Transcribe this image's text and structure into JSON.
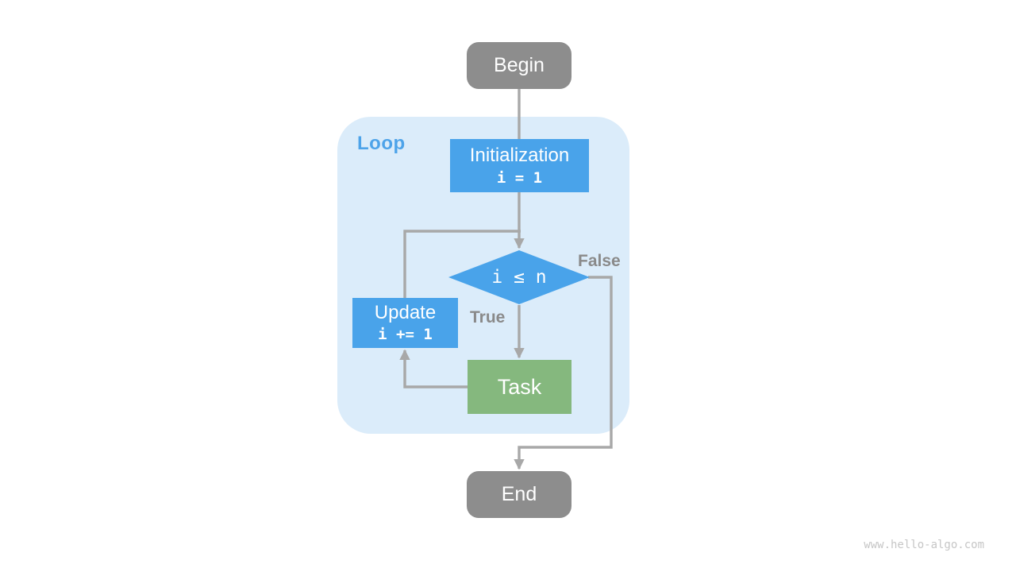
{
  "flowchart": {
    "loop_label": "Loop",
    "nodes": {
      "begin": {
        "label": "Begin"
      },
      "initialization": {
        "label": "Initialization",
        "code": "i = 1"
      },
      "condition": {
        "code": "i ≤ n"
      },
      "update": {
        "label": "Update",
        "code": "i += 1"
      },
      "task": {
        "label": "Task"
      },
      "end": {
        "label": "End"
      }
    },
    "edge_labels": {
      "true_branch": "True",
      "false_branch": "False"
    },
    "watermark": "www.hello-algo.com",
    "colors": {
      "node_blue": "#49A3EA",
      "node_green": "#85B87E",
      "node_gray": "#8D8D8D",
      "loop_bg": "#DBECFA",
      "edge_gray": "#A8A8A8",
      "branch_label_gray": "#8A8A8A",
      "loop_label_blue": "#4DA3E9",
      "watermark_gray": "#C6C6C6",
      "text_white": "#FFFFFF"
    }
  }
}
